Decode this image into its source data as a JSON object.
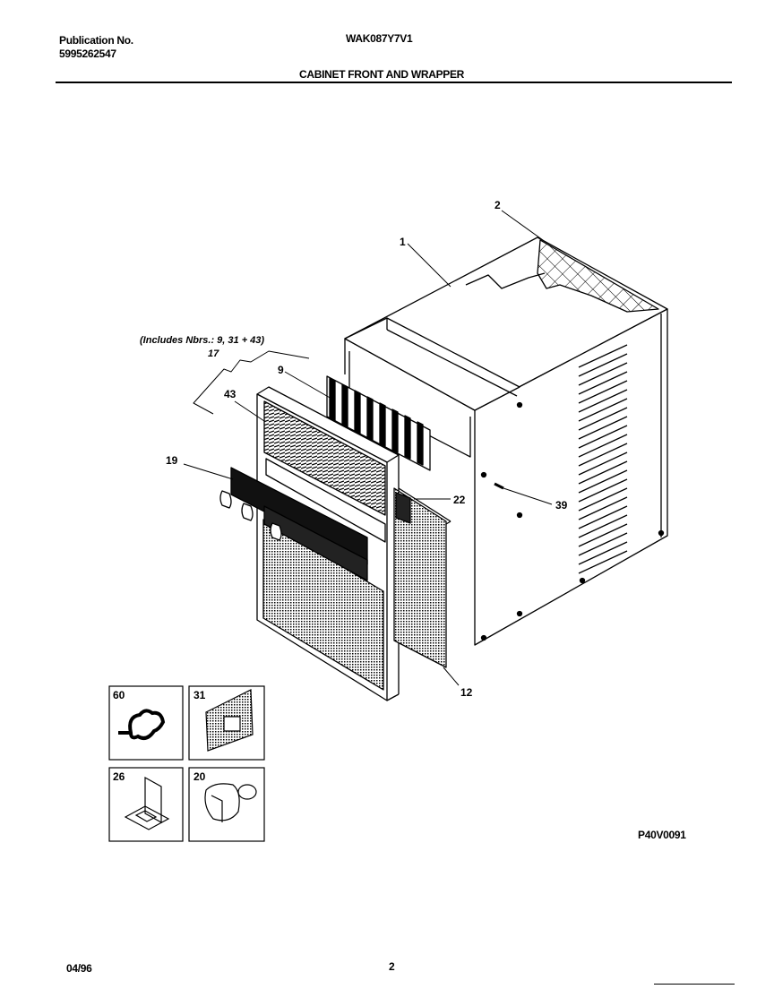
{
  "header": {
    "publication_label": "Publication No.",
    "publication_number": "5995262547",
    "model": "WAK087Y7V1",
    "section_title": "CABINET FRONT AND WRAPPER"
  },
  "callouts": {
    "c1": "1",
    "c2": "2",
    "c9": "9",
    "c12": "12",
    "c17": "17",
    "c17_note": "(Includes Nbrs.: 9, 31 + 43)",
    "c19": "19",
    "c22": "22",
    "c39": "39",
    "c43": "43"
  },
  "insets": {
    "i60": "60",
    "i31": "31",
    "i26": "26",
    "i20": "20"
  },
  "diagram_code": "P40V0091",
  "footer": {
    "date": "04/96",
    "page": "2"
  }
}
